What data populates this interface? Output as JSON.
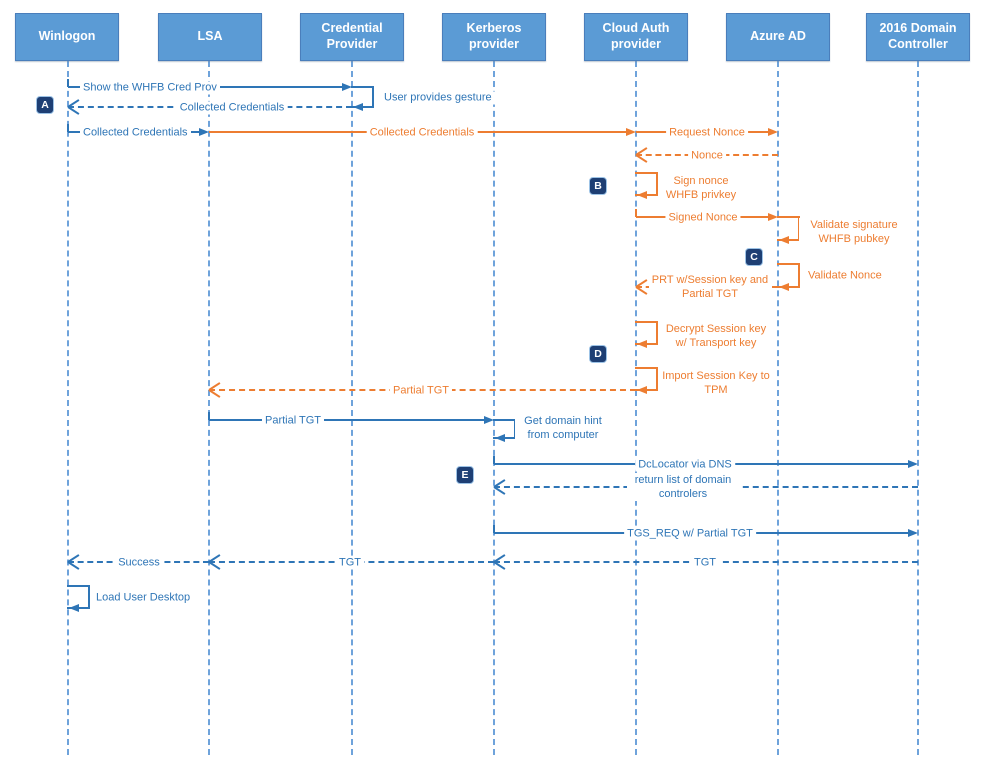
{
  "actors": [
    {
      "label": "Winlogon"
    },
    {
      "label": "LSA"
    },
    {
      "label": "Credential Provider"
    },
    {
      "label": "Kerberos provider"
    },
    {
      "label": "Cloud Auth provider"
    },
    {
      "label": "Azure AD"
    },
    {
      "label": "2016 Domain Controller"
    }
  ],
  "badges": {
    "a": "A",
    "b": "B",
    "c": "C",
    "d": "D",
    "e": "E"
  },
  "messages": {
    "show_whfb": "Show the WHFB Cred Prov",
    "user_gesture": "User provides gesture",
    "collected_credentials_return": "Collected Credentials",
    "collected_credentials_to_lsa": "Collected Credentials",
    "collected_credentials_to_cloud": "Collected Credentials",
    "request_nonce": "Request Nonce",
    "nonce": "Nonce",
    "sign_nonce": "Sign nonce WHFB privkey",
    "signed_nonce": "Signed Nonce",
    "validate_signature": "Validate signature WHFB pubkey",
    "validate_nonce": "Validate Nonce",
    "prt": "PRT w/Session key and Partial TGT",
    "decrypt_session_key": "Decrypt Session key w/ Transport key",
    "import_session_key": "Import Session Key to TPM",
    "partial_tgt_to_lsa": "Partial TGT",
    "partial_tgt_to_kerberos": "Partial TGT",
    "get_domain_hint": "Get domain hint from computer",
    "dclocator": "DcLocator via DNS",
    "return_dc_list": "return list of domain controlers",
    "tgs_req": "TGS_REQ w/ Partial TGT",
    "tgt_from_dc": "TGT",
    "tgt_to_lsa": "TGT",
    "success": "Success",
    "load_user_desktop": "Load User Desktop"
  },
  "colors": {
    "blue": "#2E75B6",
    "orange": "#ED7D31",
    "header_fill": "#5B9BD5",
    "header_border": "#4A7EBB",
    "badge_fill": "#1E3F74",
    "badge_border": "#9DC3E6",
    "lifeline": "#6FA3DB"
  }
}
